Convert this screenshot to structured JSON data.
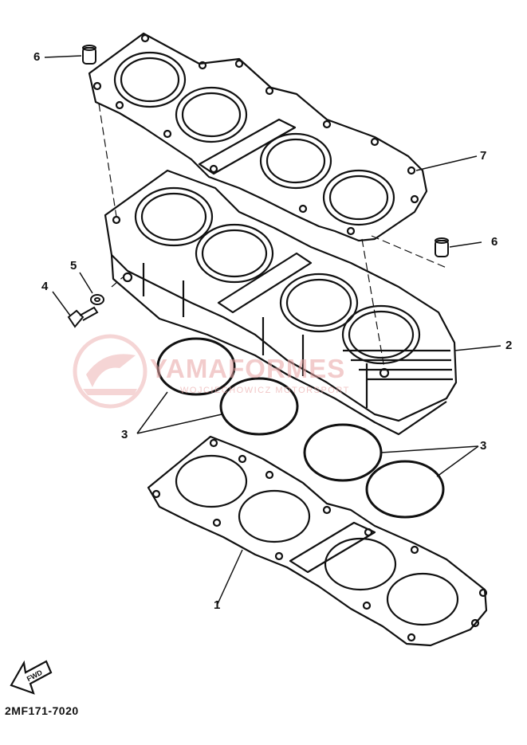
{
  "diagram": {
    "part_code": "2MF171-7020",
    "fwd_label": "FWD",
    "watermark": {
      "brand": "YAMAFORMES",
      "subtitle": "WOJCIECHOWICZ MOTORSPORT"
    },
    "colors": {
      "line": "#111111",
      "watermark": "#e9a3a3"
    },
    "callouts": [
      {
        "id": "1",
        "part": "cylinder-base-gasket"
      },
      {
        "id": "2",
        "part": "cylinder-block"
      },
      {
        "id": "3a",
        "label": "3",
        "part": "o-ring-left"
      },
      {
        "id": "3b",
        "label": "3",
        "part": "o-ring-right"
      },
      {
        "id": "4",
        "part": "bolt"
      },
      {
        "id": "5",
        "part": "washer"
      },
      {
        "id": "6a",
        "label": "6",
        "part": "dowel-pin-left"
      },
      {
        "id": "6b",
        "label": "6",
        "part": "dowel-pin-right"
      },
      {
        "id": "7",
        "part": "cylinder-head-gasket"
      }
    ],
    "labels": {
      "c1": "1",
      "c2": "2",
      "c3a": "3",
      "c3b": "3",
      "c4": "4",
      "c5": "5",
      "c6a": "6",
      "c6b": "6",
      "c7": "7"
    }
  }
}
